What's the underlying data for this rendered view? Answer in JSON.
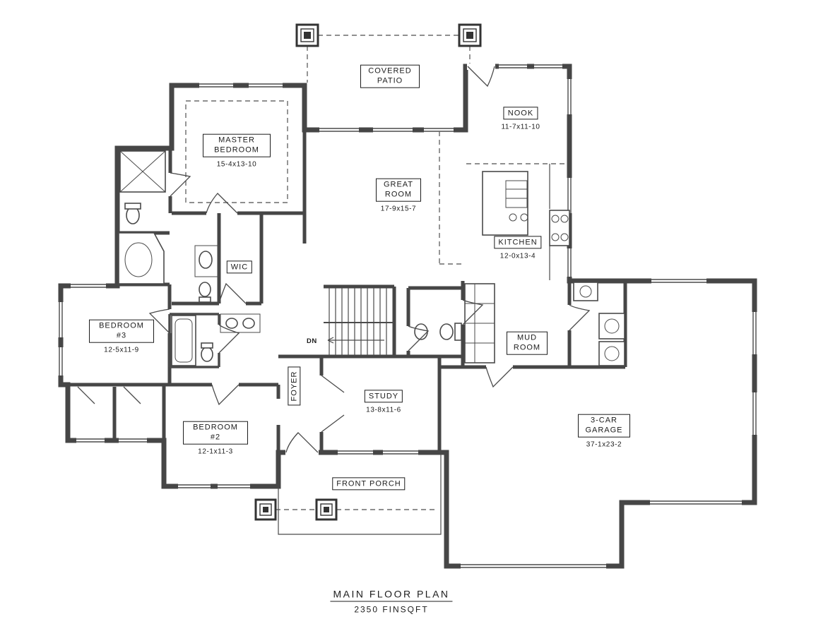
{
  "plan": {
    "rooms": {
      "covered_patio": {
        "name": "COVERED PATIO"
      },
      "nook": {
        "name": "NOOK",
        "dims": "11-7x11-10"
      },
      "master_bedroom": {
        "name": "MASTER BEDROOM",
        "dims": "15-4x13-10"
      },
      "great_room": {
        "name": "GREAT ROOM",
        "dims": "17-9x15-7"
      },
      "kitchen": {
        "name": "KITCHEN",
        "dims": "12-0x13-4"
      },
      "wic": {
        "name": "WIC"
      },
      "bedroom_3": {
        "name": "BEDROOM #3",
        "dims": "12-5x11-9"
      },
      "mud_room": {
        "name": "MUD ROOM"
      },
      "foyer": {
        "name": "FOYER"
      },
      "study": {
        "name": "STUDY",
        "dims": "13-8x11-6"
      },
      "bedroom_2": {
        "name": "BEDROOM #2",
        "dims": "12-1x11-3"
      },
      "garage": {
        "name": "3-CAR GARAGE",
        "dims": "37-1x23-2"
      },
      "front_porch": {
        "name": "FRONT PORCH"
      }
    },
    "stairs": {
      "direction_label": "DN"
    },
    "title_block": {
      "title": "MAIN FLOOR PLAN",
      "area": "2350 FINSQFT"
    },
    "colors": {
      "wall": "#464646",
      "text": "#1c1c1c",
      "background": "#ffffff"
    }
  }
}
